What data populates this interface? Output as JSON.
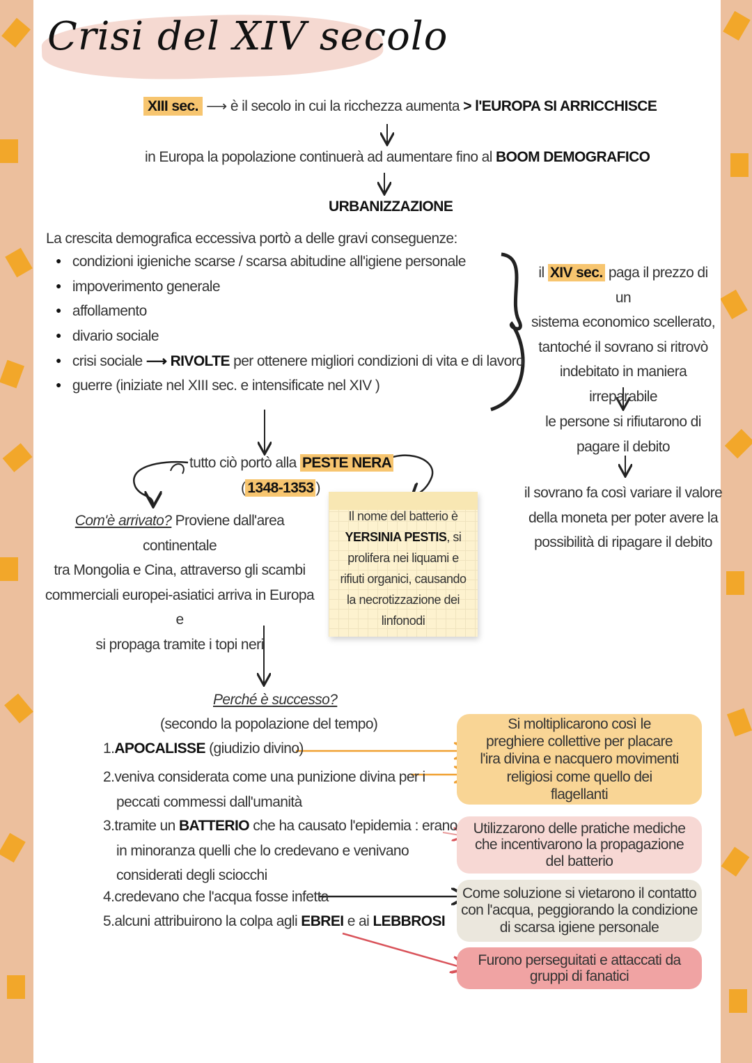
{
  "title": "Crisi del XIV secolo",
  "intro": {
    "xiii_label": "XIII sec.",
    "xiii_text": "è il secolo in cui la ricchezza aumenta",
    "gt": ">",
    "europa": "l'EUROPA SI ARRICCHISCE",
    "pop_text": "in Europa la popolazione continuerà ad aumentare fino al",
    "boom": "BOOM DEMOGRAFICO",
    "urban": "URBANIZZAZIONE"
  },
  "consequences": {
    "heading": "La crescita demografica eccessiva portò a delle gravi conseguenze:",
    "items": [
      "condizioni igieniche scarse / scarsa abitudine all'igiene personale",
      "impoverimento generale",
      "affollamento",
      "divario sociale"
    ],
    "item5_a": "crisi sociale",
    "item5_b": "RIVOLTE",
    "item5_c": "per ottenere migliori condizioni di vita e di lavoro",
    "item6": "guerre (iniziate nel XIII sec. e intensificate nel XIV )"
  },
  "right_column": {
    "il": "il",
    "xiv": "XIV sec.",
    "text1_rest": "paga il prezzo di un",
    "text1_lines": [
      "sistema economico scellerato,",
      "tantoché il sovrano si ritrovò",
      "indebitato in maniera",
      "irreparabile"
    ],
    "text2": [
      "le persone si rifiutarono di",
      "pagare il debito"
    ],
    "text3": [
      "il sovrano fa così variare il valore",
      "della moneta per poter avere la",
      "possibilità di ripagare il debito"
    ]
  },
  "plague": {
    "lead": "tutto ciò portò alla",
    "name": "PESTE NERA",
    "years": "1348-1353",
    "how_q": "Com'è arrivato?",
    "how_a1": "Proviene dall'area continentale",
    "how_lines": [
      "tra Mongolia e Cina, attraverso gli scambi",
      "commerciali europei-asiatici arriva in Europa e",
      "si propaga tramite i topi neri"
    ],
    "note_1": "Il nome del batterio è",
    "note_bold": "YERSINIA PESTIS",
    "note_2": ", si",
    "note_lines": [
      "prolifera nei liquami e",
      "rifiuti organici, causando",
      "la necrotizzazione dei",
      "linfonodi"
    ]
  },
  "why": {
    "question": "Perché è successo?",
    "sub": "(secondo la popolazione del tempo)",
    "r1_num": "1.",
    "r1_bold": "APOCALISSE",
    "r1_rest": "(giudizio divino)",
    "r2_num": "2.",
    "r2_a": "veniva considerata come una punizione divina per i",
    "r2_b": "peccati commessi dall'umanità",
    "r3_num": "3.",
    "r3_a": "tramite un",
    "r3_bold": "BATTERIO",
    "r3_b": "che ha causato l'epidemia : erano",
    "r3_c": "in minoranza quelli che lo credevano e venivano",
    "r3_d": "considerati degli sciocchi",
    "r4_num": "4.",
    "r4": "credevano che l'acqua fosse infetta",
    "r5_num": "5.",
    "r5_a": "alcuni attribuirono la colpa agli",
    "r5_b": "EBREI",
    "r5_c": "e ai",
    "r5_d": "LEBBROSI"
  },
  "boxes": [
    {
      "text": "Si moltiplicarono così le preghiere collettive per placare l'ira divina e nacquero movimenti religiosi come quello dei flagellanti",
      "color": "#f9d595"
    },
    {
      "text": "Utilizzarono delle pratiche mediche che incentivarono la propagazione del batterio",
      "color": "#f7d8d4"
    },
    {
      "text": "Come soluzione si vietarono il contatto con l'acqua, peggiorando la condizione di scarsa igiene personale",
      "color": "#ebe7dd"
    },
    {
      "text": "Furono perseguitati e attaccati da gruppi di fanatici",
      "color": "#f0a3a3"
    }
  ],
  "colors": {
    "orange_arrow": "#f0a030",
    "red_arrow": "#d9535a",
    "highlight": "#f7c56f",
    "border": "#ecbf9d"
  }
}
